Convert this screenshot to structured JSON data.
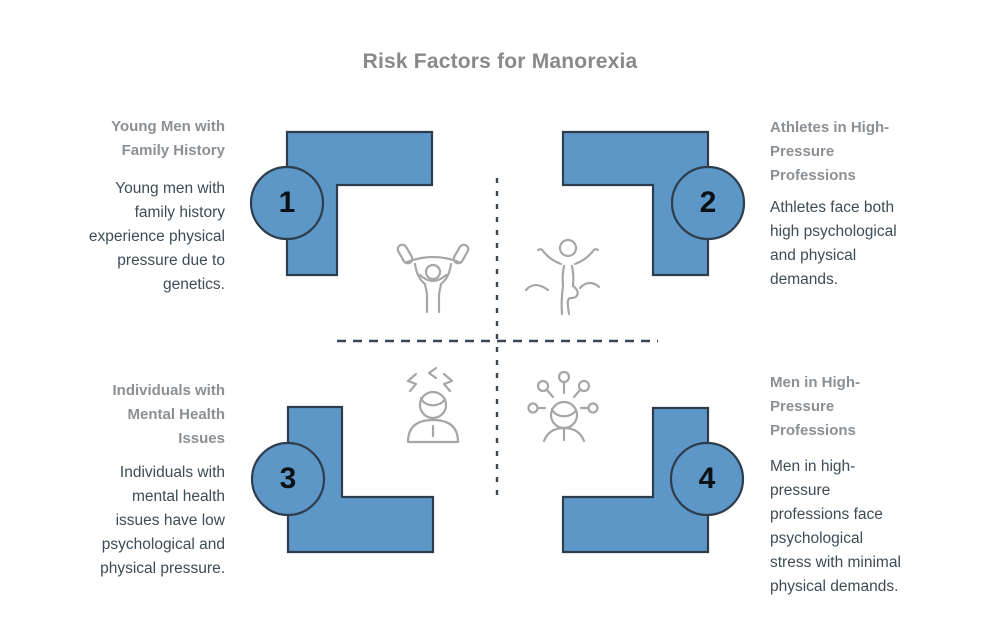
{
  "title": "Risk Factors for Manorexia",
  "quadrants": [
    {
      "number": "1",
      "heading": "Young Men with Family History",
      "heading_lines": [
        "Young Men with",
        "Family History"
      ],
      "body": "Young men with family history experience physical pressure due to genetics.",
      "body_lines": [
        "Young men with",
        "family history",
        "experience physical",
        "pressure due to",
        "genetics."
      ],
      "icon": "weightlifter-icon"
    },
    {
      "number": "2",
      "heading": "Athletes in High-Pressure Professions",
      "heading_lines": [
        "Athletes in High-",
        "Pressure",
        "Professions"
      ],
      "body": "Athletes face both high psychological and physical demands.",
      "body_lines": [
        "Athletes face both",
        "high psychological",
        "and physical",
        "demands."
      ],
      "icon": "finish-line-runner-icon"
    },
    {
      "number": "3",
      "heading": "Individuals with Mental Health Issues",
      "heading_lines": [
        "Individuals with",
        "Mental Health",
        "Issues"
      ],
      "body": "Individuals with mental health issues have low psychological and physical pressure.",
      "body_lines": [
        "Individuals with",
        "mental health",
        "issues have low",
        "psychological and",
        "physical pressure."
      ],
      "icon": "stressed-person-icon"
    },
    {
      "number": "4",
      "heading": "Men in High-Pressure Professions",
      "heading_lines": [
        "Men in High-",
        "Pressure",
        "Professions"
      ],
      "body": "Men in high-pressure professions face psychological stress with minimal physical demands.",
      "body_lines": [
        "Men in high-",
        "pressure",
        "professions face",
        "psychological",
        "stress with minimal",
        "physical demands."
      ],
      "icon": "idea-person-icon"
    }
  ],
  "colors": {
    "shape_fill": "#5D97C8",
    "shape_stroke": "#2E3D4B",
    "divider_dash": "#3A4750",
    "title_text": "#898989",
    "heading_text": "#8B9095",
    "body_text": "#3D4C56",
    "icon_stroke": "#A6A6A6",
    "number_text": "#0C1116",
    "background": "#FFFFFF"
  }
}
